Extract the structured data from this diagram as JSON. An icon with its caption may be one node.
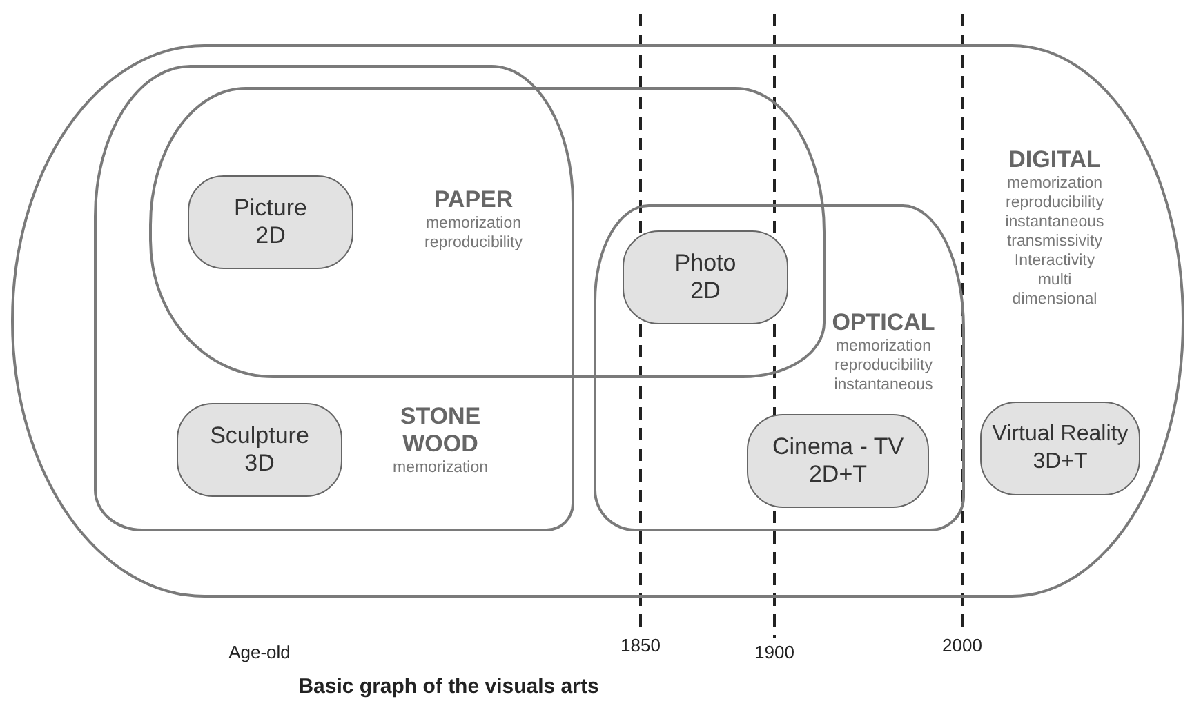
{
  "diagram": {
    "caption": "Basic graph of the visuals arts",
    "nodes": [
      {
        "text": [
          "DIGITAL",
          "memorization reproducibility instantaneous transmissivity Interactivity multi dimensional"
        ]
      },
      {
        "text": [
          "STONE WOOD",
          "memorization"
        ],
        "in": 0
      },
      {
        "text": [
          "PAPER",
          "memorization reproducibility"
        ],
        "in": 0
      },
      {
        "text": [
          "OPTICAL",
          "memorization reproducibility instantaneous"
        ],
        "in": 0
      },
      {
        "text": [
          "Picture 2D"
        ]
      },
      {
        "text": [
          "Photo 2D"
        ]
      },
      {
        "text": [
          "Sculpture 3D"
        ],
        "in": 1
      },
      {
        "text": [
          "Cinema - TV 2D+T"
        ],
        "in": 3
      },
      {
        "text": [
          "Virtual Reality 3D+T"
        ],
        "in": 0
      }
    ],
    "labels": [
      "Age-old",
      "1850",
      "1900",
      "2000"
    ]
  }
}
